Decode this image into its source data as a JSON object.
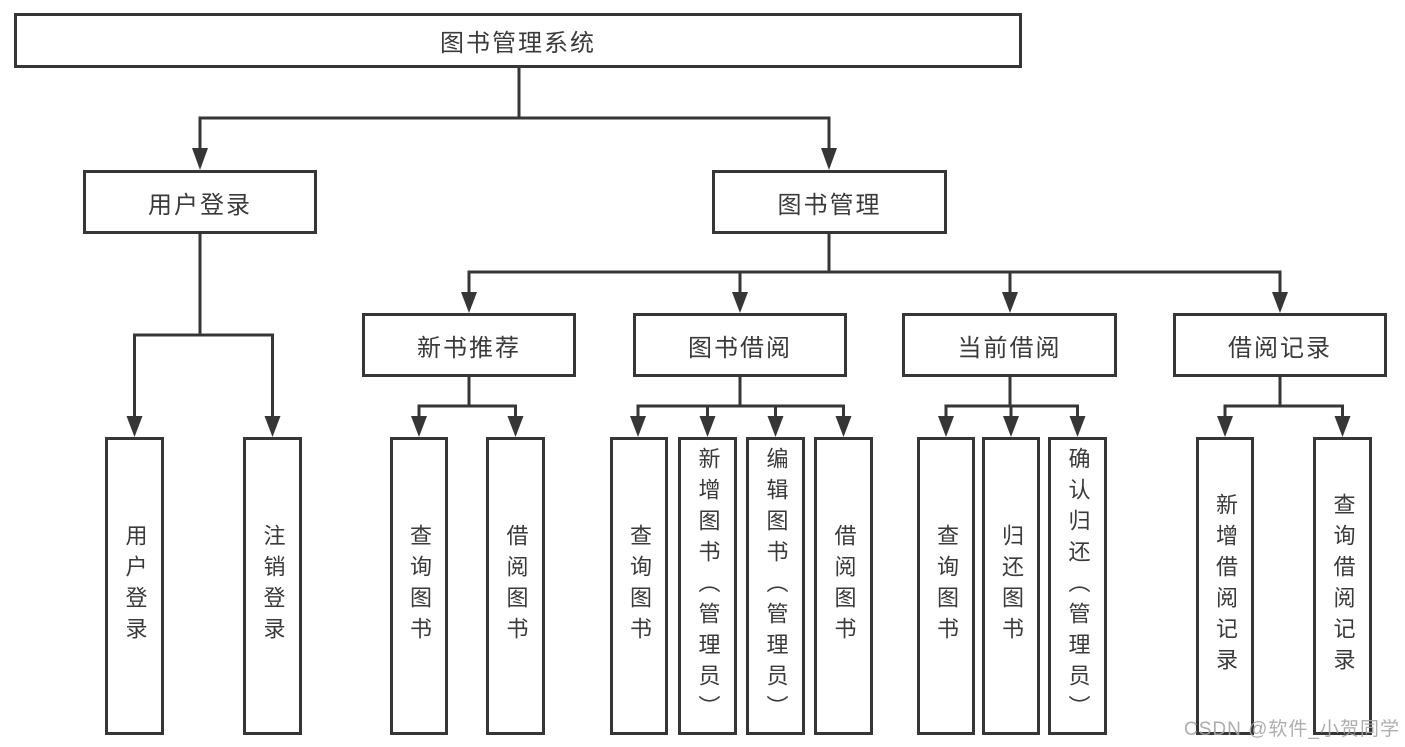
{
  "tree": {
    "root": {
      "label": "图书管理系统"
    },
    "branches": [
      {
        "label": "用户登录",
        "children": [
          {
            "label": "用户登录"
          },
          {
            "label": "注销登录"
          }
        ]
      },
      {
        "label": "图书管理",
        "children": [
          {
            "label": "新书推荐",
            "children": [
              {
                "label": "查询图书"
              },
              {
                "label": "借阅图书"
              }
            ]
          },
          {
            "label": "图书借阅",
            "children": [
              {
                "label": "查询图书"
              },
              {
                "label": "新增图书（管理员）"
              },
              {
                "label": "编辑图书（管理员）"
              },
              {
                "label": "借阅图书"
              }
            ]
          },
          {
            "label": "当前借阅",
            "children": [
              {
                "label": "查询图书"
              },
              {
                "label": "归还图书"
              },
              {
                "label": "确认归还（管理员）"
              }
            ]
          },
          {
            "label": "借阅记录",
            "children": [
              {
                "label": "新增借阅记录"
              },
              {
                "label": "查询借阅记录"
              }
            ]
          }
        ]
      }
    ]
  },
  "watermark": {
    "text": "CSDN @软件_小贺同学"
  },
  "colors": {
    "line": "#363636",
    "text": "#3a3a3a",
    "watermark": "#a5a5a5",
    "background": "#ffffff"
  }
}
